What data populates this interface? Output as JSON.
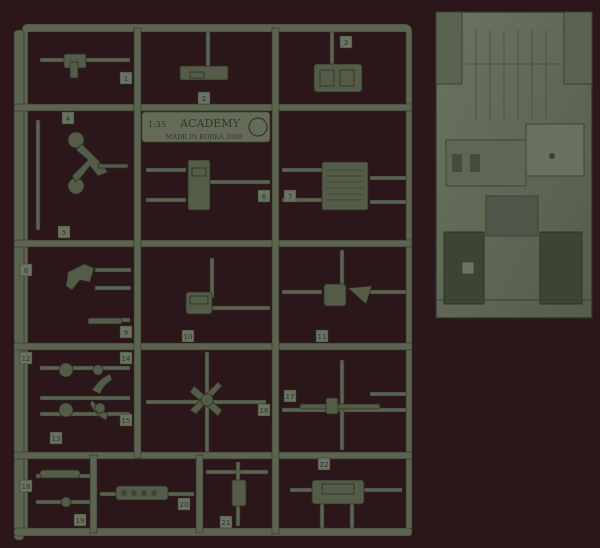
{
  "sprue": {
    "brand": "ACADEMY",
    "scale": "1:35",
    "origin": "MADE IN KOREA 2008",
    "part_numbers": [
      "1",
      "2",
      "3",
      "4",
      "5",
      "6",
      "7",
      "8",
      "9",
      "10",
      "11",
      "12",
      "13",
      "14",
      "15",
      "16",
      "17",
      "18",
      "19",
      "20",
      "21",
      "22"
    ]
  },
  "colors": {
    "background": "#2b1619",
    "plastic": "#5c6450",
    "plastic_dark": "#454b3c"
  }
}
